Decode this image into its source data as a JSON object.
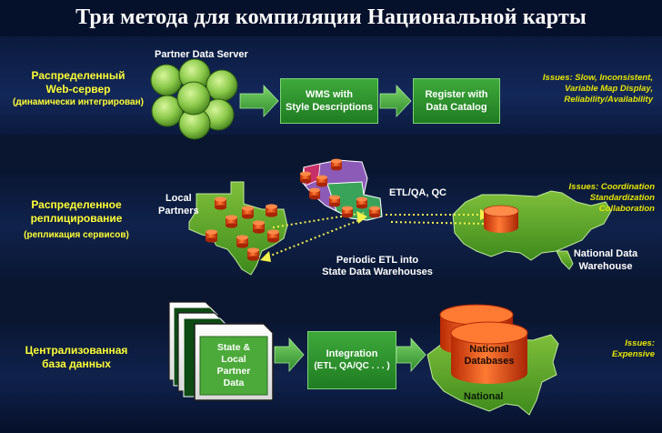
{
  "title": "Три метода для компиляции Национальной карты",
  "row1": {
    "label_line1": "Распределенный",
    "label_line2": "Web-сервер",
    "label_line3": "(динамически интегрирован)",
    "server_caption": "Partner Data Server",
    "box1_line1": "WMS with",
    "box1_line2": "Style Descriptions",
    "box2_line1": "Register with",
    "box2_line2": "Data Catalog",
    "issues_line1": "Issues: Slow, Inconsistent,",
    "issues_line2": "Variable Map Display,",
    "issues_line3": "Reliability/Availability"
  },
  "row2": {
    "label_line1": "Распределенное",
    "label_line2": "реплицирование",
    "label_line3": "(репликация сервисов)",
    "local_partners_line1": "Local",
    "local_partners_line2": "Partners",
    "etl_qa": "ETL/QA, QC",
    "periodic_line1": "Periodic ETL into",
    "periodic_line2": "State Data Warehouses",
    "national_line1": "National Data",
    "national_line2": "Warehouse",
    "issues_line1": "Issues: Coordination",
    "issues_line2": "Standardization",
    "issues_line3": "Collaboration"
  },
  "row3": {
    "label_line1": "Централизованная",
    "label_line2": "база данных",
    "docs_line1": "State &",
    "docs_line2": "Local",
    "docs_line3": "Partner",
    "docs_line4": "Data",
    "integration_line1": "Integration",
    "integration_line2": "(ETL, QA/QC . . . )",
    "db_line1": "National",
    "db_line2": "Databases",
    "national": "National",
    "issues_line1": "Issues:",
    "issues_line2": "Expensive"
  },
  "colors": {
    "band_navy": "#10204a",
    "band_dark": "#0a1733",
    "green": "#2e9a32",
    "light_green": "#8ed44a",
    "orange": "#e8520f",
    "yellow": "#ffff33"
  }
}
